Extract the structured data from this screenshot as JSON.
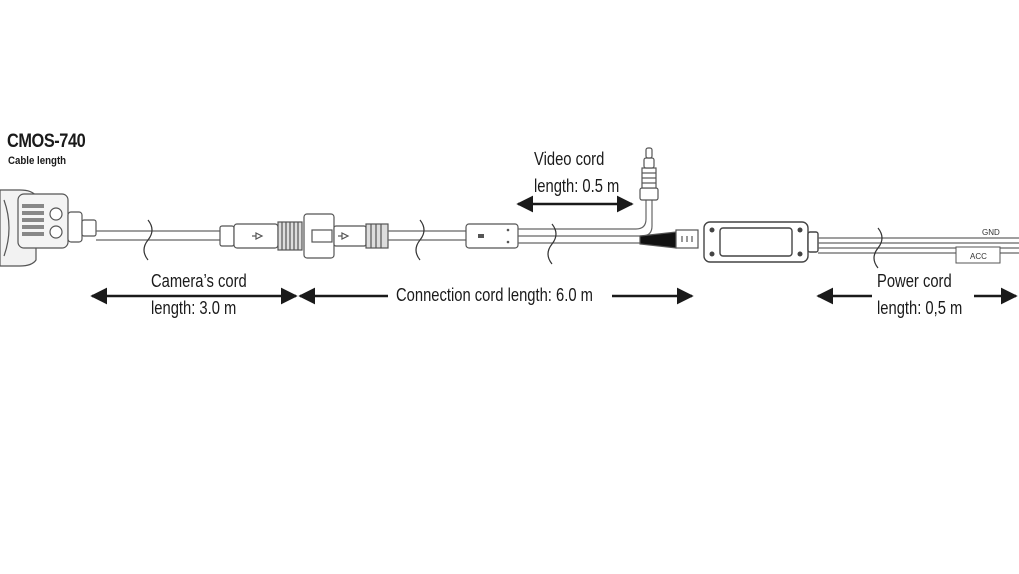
{
  "header": {
    "title": "CMOS-740",
    "subtitle": "Cable length"
  },
  "labels": {
    "video_cord_line1": "Video cord",
    "video_cord_line2": "length: 0.5 m",
    "camera_cord_line1": "Camera’s cord",
    "camera_cord_line2": "length: 3.0 m",
    "connection_cord": "Connection cord length: 6.0 m",
    "power_cord_line1": "Power cord",
    "power_cord_line2": "length: 0,5 m"
  },
  "wire_tags": {
    "gnd": "GND",
    "acc": "ACC"
  },
  "colors": {
    "ink": "#1a1a1a",
    "outline": "#555555",
    "fill_light": "#e6e6e6"
  }
}
